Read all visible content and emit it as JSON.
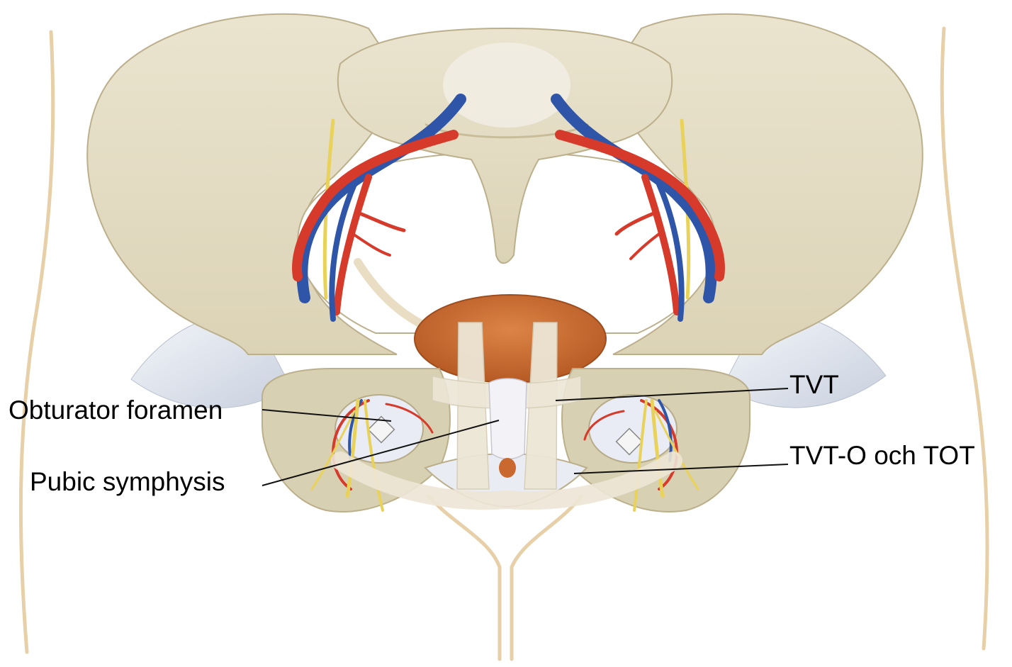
{
  "labels": {
    "obturator": "Obturator foramen",
    "pubic": "Pubic symphysis",
    "tvt": "TVT",
    "tvto": "TVT-O och TOT"
  },
  "colors": {
    "bone": "#E6DFC8",
    "bone_dark": "#D3C8A6",
    "bone_outline": "#BCAF8B",
    "artery": "#D63A2B",
    "vein": "#2F55A8",
    "nerve": "#E9D25A",
    "bladder": "#C9692F",
    "tape": "#EDE6D6",
    "ligament": "#DCE2EC",
    "skin_line": "#E7CFA8",
    "leader": "#111111"
  }
}
